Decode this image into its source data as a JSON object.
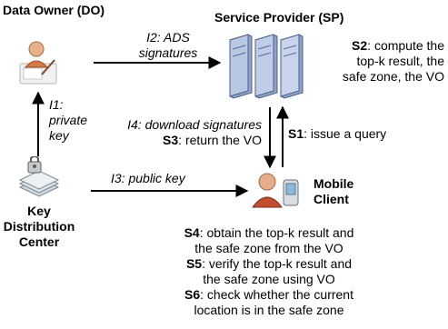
{
  "nodes": {
    "data_owner": {
      "title": "Data Owner (DO)"
    },
    "service_provider": {
      "title": "Service Provider (SP)"
    },
    "kdc": {
      "line1": "Key",
      "line2": "Distribution",
      "line3": "Center"
    },
    "mobile_client": {
      "line1": "Mobile",
      "line2": "Client"
    }
  },
  "edges": {
    "i2": {
      "line1": "I2: ADS",
      "line2": "signatures"
    },
    "i1": {
      "line1": "I1:",
      "line2": "private",
      "line3": "key"
    },
    "i4": {
      "text": "I4: download signatures"
    },
    "s3": {
      "id": "S3",
      "text": ": return the VO"
    },
    "s1": {
      "id": "S1",
      "text": ": issue a query"
    },
    "i3": {
      "text": "I3: public key"
    }
  },
  "steps": {
    "s2": {
      "id": "S2",
      "line1": ": compute the",
      "line2": "top-k result, the",
      "line3": "safe zone, the VO"
    },
    "s4": {
      "id": "S4",
      "line1": ": obtain the top-k result and",
      "line2": "the safe zone from the VO"
    },
    "s5": {
      "id": "S5",
      "line1": ": verify the top-k result and",
      "line2": "the safe zone using VO"
    },
    "s6": {
      "id": "S6",
      "line1": ": check whether the current",
      "line2": "location is in the safe zone"
    }
  }
}
